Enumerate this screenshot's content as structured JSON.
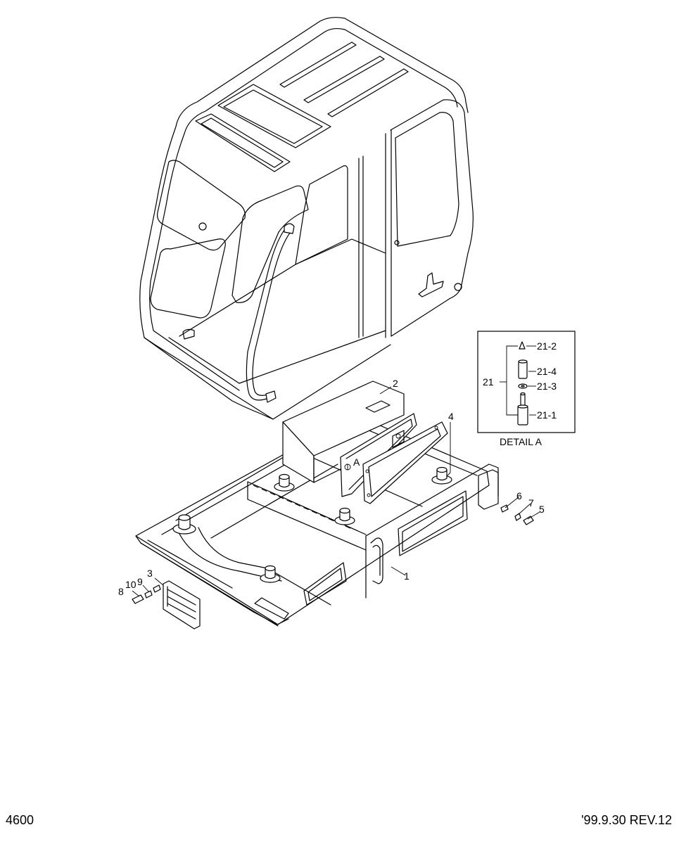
{
  "callouts": {
    "c1": "1",
    "c2": "2",
    "c3": "3",
    "c4": "4",
    "c5": "5",
    "c6": "6",
    "c7": "7",
    "c8": "8",
    "c9": "9",
    "c10": "10",
    "A": "A"
  },
  "detail": {
    "title": "DETAIL A",
    "group": "21",
    "parts": [
      "21-2",
      "21-4",
      "21-3",
      "21-1"
    ]
  },
  "footer": {
    "page_number": "4600",
    "revision": "'99.9.30 REV.12"
  }
}
